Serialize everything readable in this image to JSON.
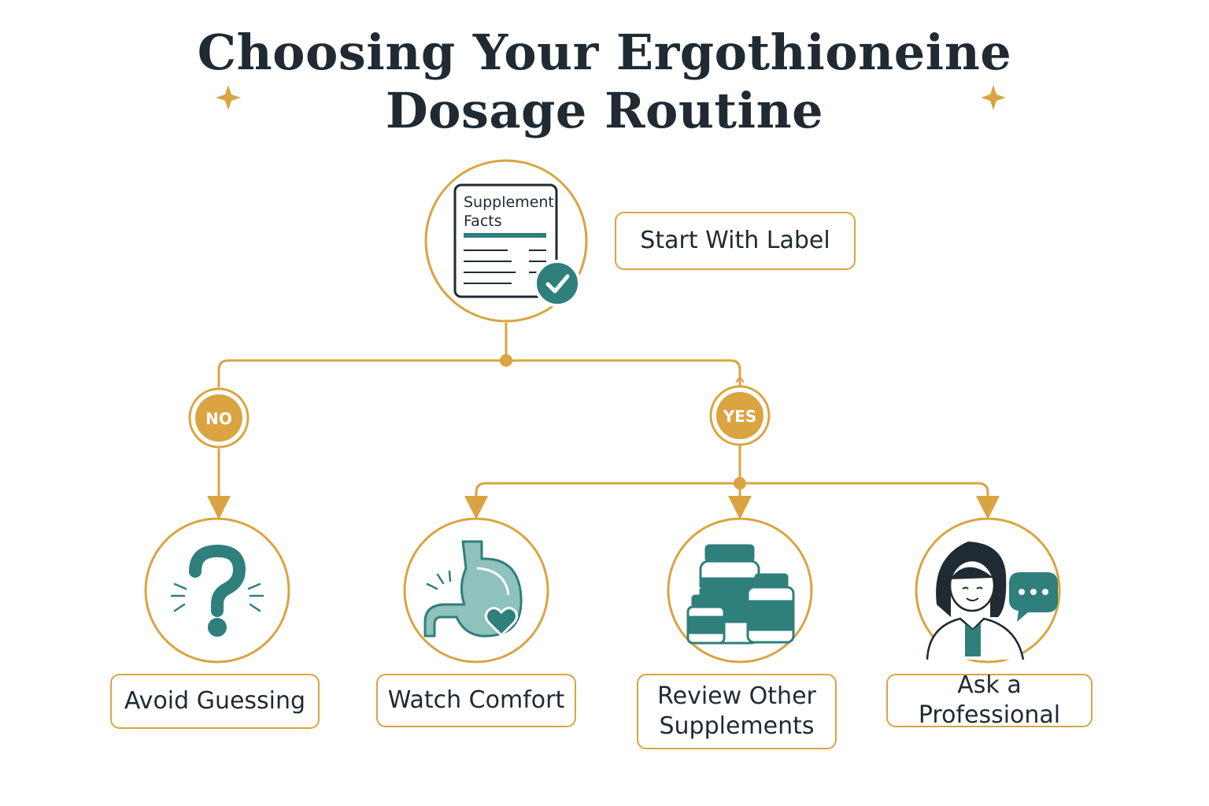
{
  "title_line1": "Choosing Your Ergothioneine",
  "title_line2": "Dosage Routine",
  "start": {
    "label": "Start With Label",
    "card_line1": "Supplement",
    "card_line2": "Facts"
  },
  "branches": {
    "no": "NO",
    "yes": "YES"
  },
  "outcomes": [
    {
      "label": "Avoid Guessing"
    },
    {
      "label": "Watch Comfort"
    },
    {
      "label_line1": "Review Other",
      "label_line2": "Supplements"
    },
    {
      "label": "Ask a Professional"
    }
  ],
  "colors": {
    "gold": "#d9a441",
    "teal": "#2f7f7c",
    "teal_light": "#8fc1bd",
    "dark": "#1f2a33"
  }
}
